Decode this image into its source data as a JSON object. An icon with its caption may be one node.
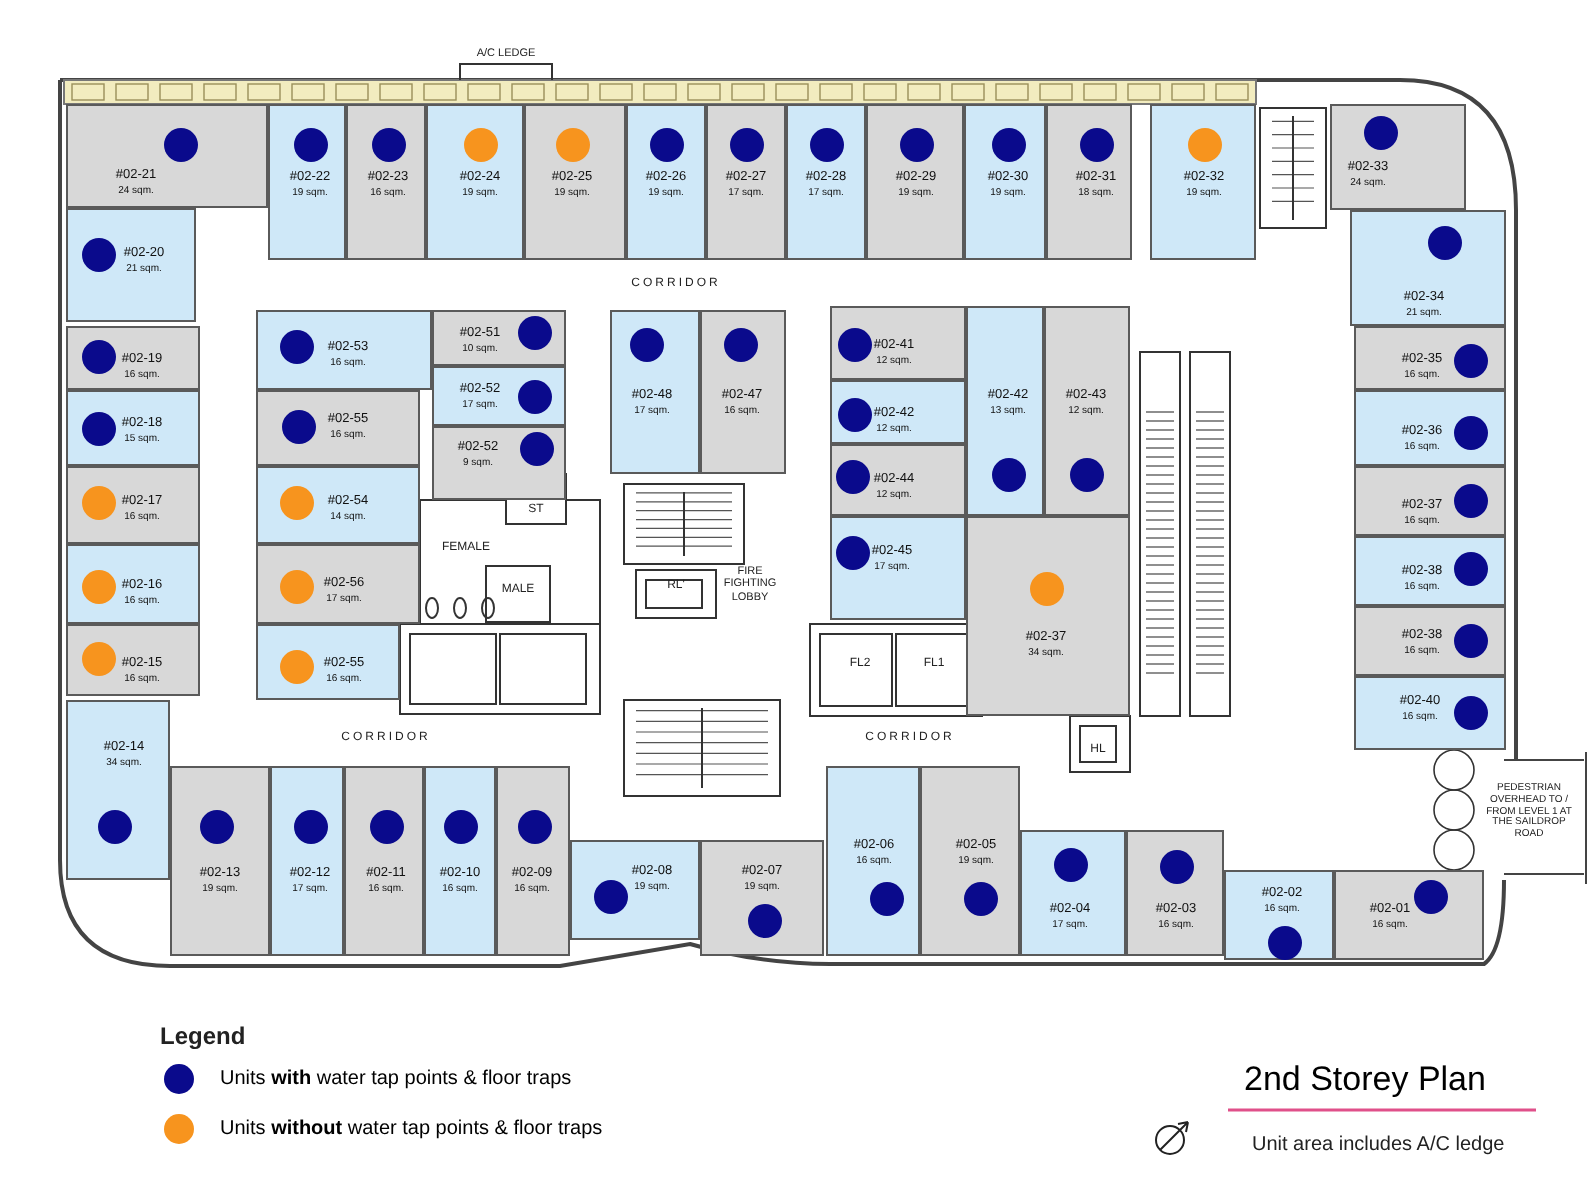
{
  "diagram": {
    "title": "2nd Storey Plan",
    "nodes": [
      {
        "text": [
          "#02-21",
          "24 sqm."
        ]
      },
      {
        "text": [
          "#02-22",
          "19 sqm."
        ]
      },
      {
        "text": [
          "#02-23",
          "16 sqm."
        ]
      },
      {
        "text": [
          "#02-24",
          "19 sqm."
        ]
      },
      {
        "text": [
          "#02-25",
          "19 sqm."
        ]
      },
      {
        "text": [
          "#02-26",
          "19 sqm."
        ]
      },
      {
        "text": [
          "#02-27",
          "17 sqm."
        ]
      },
      {
        "text": [
          "#02-28",
          "17 sqm."
        ]
      },
      {
        "text": [
          "#02-29",
          "19 sqm."
        ]
      },
      {
        "text": [
          "#02-30",
          "19 sqm."
        ]
      },
      {
        "text": [
          "#02-31",
          "18 sqm."
        ]
      },
      {
        "text": [
          "#02-32",
          "19 sqm."
        ]
      },
      {
        "text": [
          "#02-33",
          "24 sqm."
        ]
      },
      {
        "text": [
          "#02-20",
          "21 sqm."
        ]
      },
      {
        "text": [
          "#02-34",
          "21 sqm."
        ]
      },
      {
        "text": [
          "#02-53",
          "16 sqm."
        ]
      },
      {
        "text": [
          "#02-51",
          "10 sqm."
        ]
      },
      {
        "text": [
          "#02-52",
          "17 sqm."
        ]
      },
      {
        "text": [
          "#02-48",
          "17 sqm."
        ]
      },
      {
        "text": [
          "#02-47",
          "16 sqm."
        ]
      },
      {
        "text": [
          "#02-41",
          "12 sqm."
        ]
      },
      {
        "text": [
          "#02-42",
          "13 sqm."
        ]
      },
      {
        "text": [
          "#02-43",
          "12 sqm."
        ]
      },
      {
        "text": [
          "#02-19",
          "16 sqm."
        ]
      },
      {
        "text": [
          "#02-35",
          "16 sqm."
        ]
      },
      {
        "text": [
          "#02-55",
          "16 sqm."
        ]
      },
      {
        "text": [
          "#02-52",
          "9 sqm."
        ]
      },
      {
        "text": [
          "#02-42",
          "12 sqm."
        ]
      },
      {
        "text": [
          "#02-44",
          "12 sqm."
        ]
      },
      {
        "text": [
          "#02-18",
          "15 sqm."
        ]
      },
      {
        "text": [
          "#02-36",
          "16 sqm."
        ]
      },
      {
        "text": [
          "#02-54",
          "14 sqm."
        ]
      },
      {
        "text": [
          "#02-17",
          "16 sqm."
        ]
      },
      {
        "text": [
          "#02-37",
          "16 sqm."
        ]
      },
      {
        "text": [
          "#02-45",
          "17 sqm."
        ]
      },
      {
        "text": [
          "#02-56",
          "17 sqm."
        ]
      },
      {
        "text": [
          "#02-16",
          "16 sqm."
        ]
      },
      {
        "text": [
          "#02-38",
          "16 sqm."
        ]
      },
      {
        "text": [
          "#02-37",
          "34 sqm."
        ]
      },
      {
        "text": [
          "#02-15",
          "16 sqm."
        ]
      },
      {
        "text": [
          "#02-55",
          "16 sqm."
        ]
      },
      {
        "text": [
          "#02-38",
          "16 sqm."
        ]
      },
      {
        "text": [
          "#02-40",
          "16 sqm."
        ]
      },
      {
        "text": [
          "#02-14",
          "34 sqm."
        ]
      },
      {
        "text": [
          "#02-13",
          "19 sqm."
        ]
      },
      {
        "text": [
          "#02-12",
          "17 sqm."
        ]
      },
      {
        "text": [
          "#02-11",
          "16 sqm."
        ]
      },
      {
        "text": [
          "#02-10",
          "16 sqm."
        ]
      },
      {
        "text": [
          "#02-09",
          "16 sqm."
        ]
      },
      {
        "text": [
          "#02-08",
          "19 sqm."
        ]
      },
      {
        "text": [
          "#02-07",
          "19 sqm."
        ]
      },
      {
        "text": [
          "#02-06",
          "16 sqm."
        ]
      },
      {
        "text": [
          "#02-05",
          "19 sqm."
        ]
      },
      {
        "text": [
          "#02-04",
          "17 sqm."
        ]
      },
      {
        "text": [
          "#02-03",
          "16 sqm."
        ]
      },
      {
        "text": [
          "#02-02",
          "16 sqm."
        ]
      },
      {
        "text": [
          "#02-01",
          "16 sqm."
        ]
      }
    ],
    "labels": [
      "A/C LEDGE",
      "CORRIDOR",
      "ST",
      "FEMALE",
      "RL'",
      "FIRE FIGHTING LOBBY",
      "MALE",
      "FL2",
      "FL1",
      "CORRIDOR",
      "CORRIDOR",
      "HL",
      "PEDESTRIAN OVERHEAD TO / FROM LEVEL 1 AT THE SAILDROP ROAD",
      "Legend",
      "Unit area includes A/C ledge"
    ],
    "legend": [
      {
        "text": "Units **with** water tap points & floor traps",
        "color": "#0a0a8c"
      },
      {
        "text": "Units **without** water tap points & floor traps",
        "color": "#f7941e"
      }
    ]
  }
}
